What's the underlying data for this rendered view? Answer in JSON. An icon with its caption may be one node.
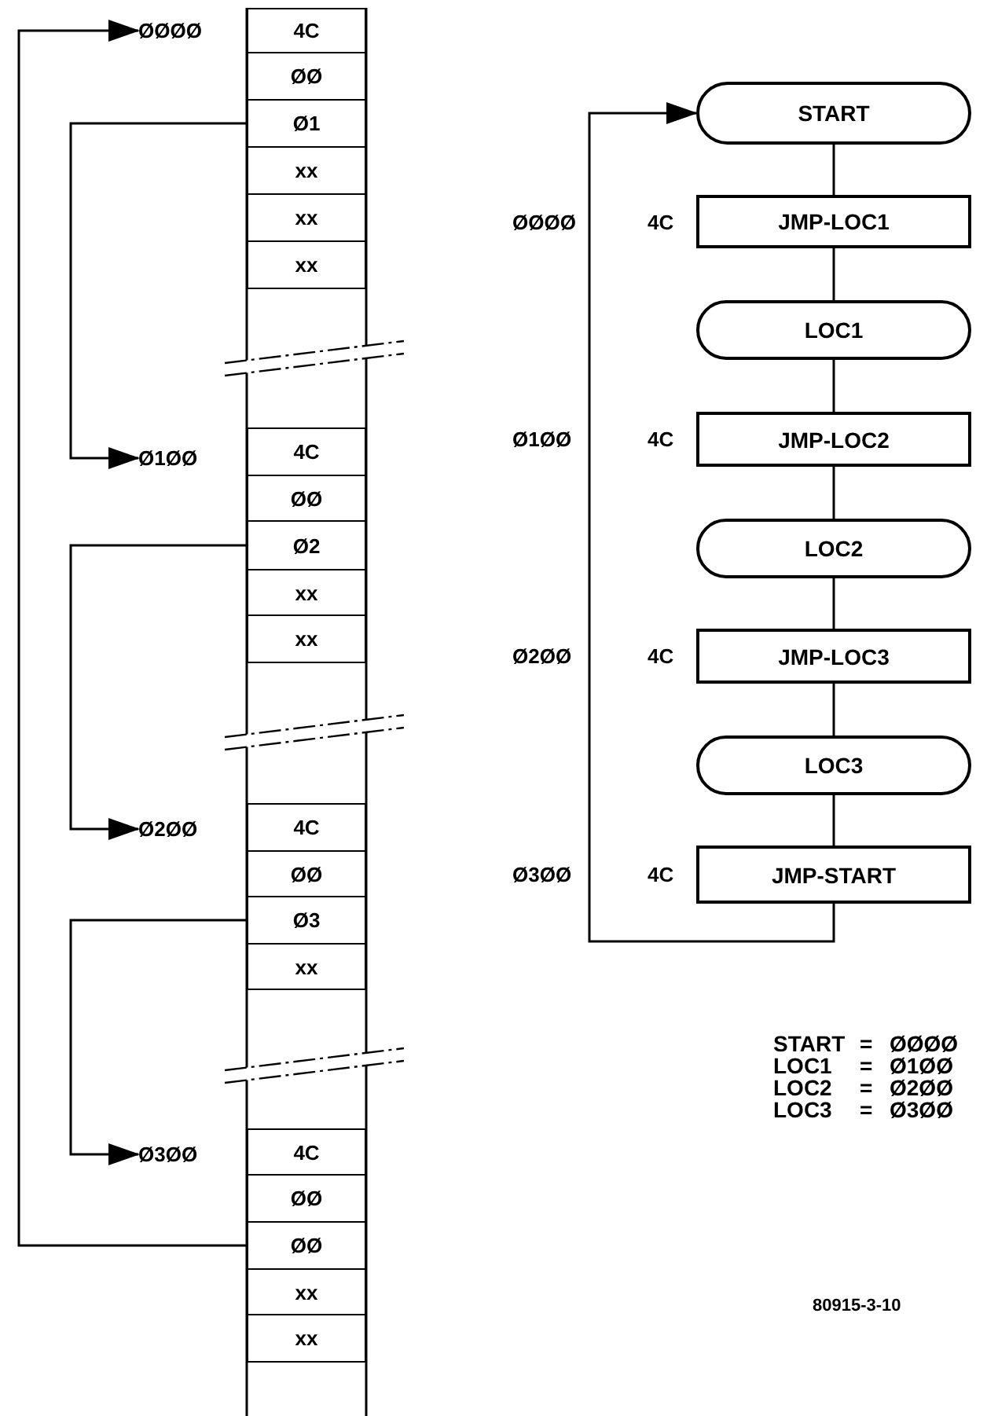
{
  "diagram": {
    "nodes": [
      {
        "text": [
          "ØØØØ"
        ]
      },
      {
        "text": [
          "4C"
        ]
      },
      {
        "text": [
          "ØØ"
        ]
      },
      {
        "text": [
          "Ø1"
        ]
      },
      {
        "text": [
          "xx"
        ]
      },
      {
        "text": [
          "xx"
        ]
      },
      {
        "text": [
          "xx"
        ]
      },
      {
        "text": [
          "Ø1ØØ"
        ]
      },
      {
        "text": [
          "4C"
        ]
      },
      {
        "text": [
          "ØØ"
        ]
      },
      {
        "text": [
          "Ø2"
        ]
      },
      {
        "text": [
          "xx"
        ]
      },
      {
        "text": [
          "xx"
        ]
      },
      {
        "text": [
          "Ø2ØØ"
        ]
      },
      {
        "text": [
          "4C"
        ]
      },
      {
        "text": [
          "ØØ"
        ]
      },
      {
        "text": [
          "Ø3"
        ]
      },
      {
        "text": [
          "xx"
        ]
      },
      {
        "text": [
          "Ø3ØØ"
        ]
      },
      {
        "text": [
          "4C"
        ]
      },
      {
        "text": [
          "ØØ"
        ]
      },
      {
        "text": [
          "ØØ"
        ]
      },
      {
        "text": [
          "xx"
        ]
      },
      {
        "text": [
          "xx"
        ]
      },
      {
        "text": [
          "START"
        ]
      },
      {
        "text": [
          "JMP-LOC1"
        ],
        "beside": [
          "ØØØØ",
          "4C"
        ]
      },
      {
        "text": [
          "LOC1"
        ]
      },
      {
        "text": [
          "JMP-LOC2"
        ],
        "beside": [
          "Ø1ØØ",
          "4C"
        ]
      },
      {
        "text": [
          "LOC2"
        ]
      },
      {
        "text": [
          "JMP-LOC3"
        ],
        "beside": [
          "Ø2ØØ",
          "4C"
        ]
      },
      {
        "text": [
          "LOC3"
        ]
      },
      {
        "text": [
          "JMP-START"
        ],
        "beside": [
          "Ø3ØØ",
          "4C"
        ]
      }
    ],
    "edges": [
      {
        "from": 3,
        "to": 7,
        "arrow": "to"
      },
      {
        "from": 10,
        "to": 13,
        "arrow": "to"
      },
      {
        "from": 16,
        "to": 18,
        "arrow": "to"
      },
      {
        "from": 21,
        "to": 0,
        "arrow": "to"
      },
      {
        "from": 24,
        "to": 25,
        "arrow": "none"
      },
      {
        "from": 25,
        "to": 26,
        "arrow": "none"
      },
      {
        "from": 26,
        "to": 27,
        "arrow": "none"
      },
      {
        "from": 27,
        "to": 28,
        "arrow": "none"
      },
      {
        "from": 28,
        "to": 29,
        "arrow": "none"
      },
      {
        "from": 29,
        "to": 30,
        "arrow": "none"
      },
      {
        "from": 30,
        "to": 31,
        "arrow": "none"
      },
      {
        "from": 31,
        "to": 24,
        "arrow": "to"
      }
    ],
    "labels": [
      "START",
      "=",
      "ØØØØ",
      "LOC1",
      "=",
      "Ø1ØØ",
      "LOC2",
      "=",
      "Ø2ØØ",
      "LOC3",
      "=",
      "Ø3ØØ",
      "80915-3-10"
    ]
  }
}
